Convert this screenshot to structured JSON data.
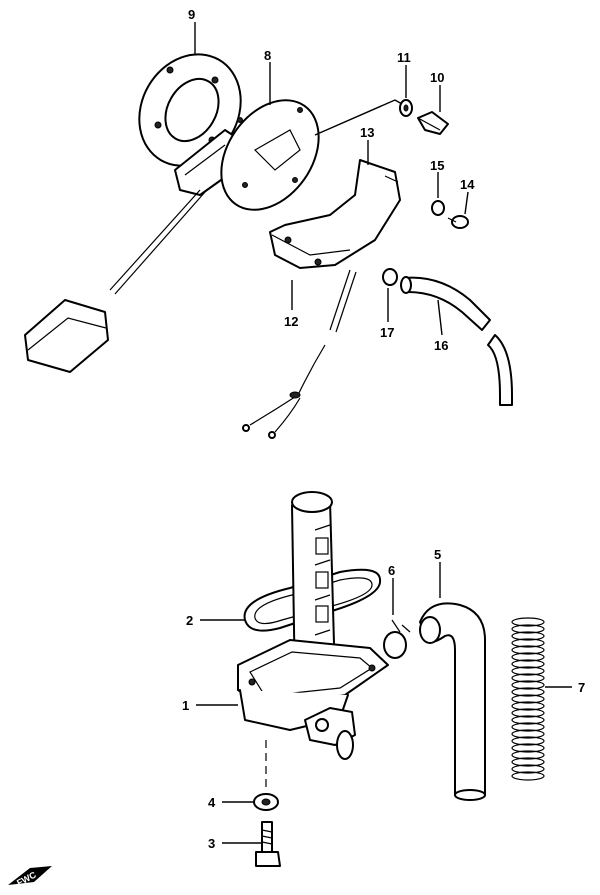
{
  "callouts": {
    "c1": "1",
    "c2": "2",
    "c3": "3",
    "c4": "4",
    "c5": "5",
    "c6": "6",
    "c7": "7",
    "c8": "8",
    "c9": "9",
    "c10": "10",
    "c11": "11",
    "c12": "12",
    "c13": "13",
    "c14": "14",
    "c15": "15",
    "c16": "16",
    "c17": "17"
  },
  "logo_text": "FWC"
}
